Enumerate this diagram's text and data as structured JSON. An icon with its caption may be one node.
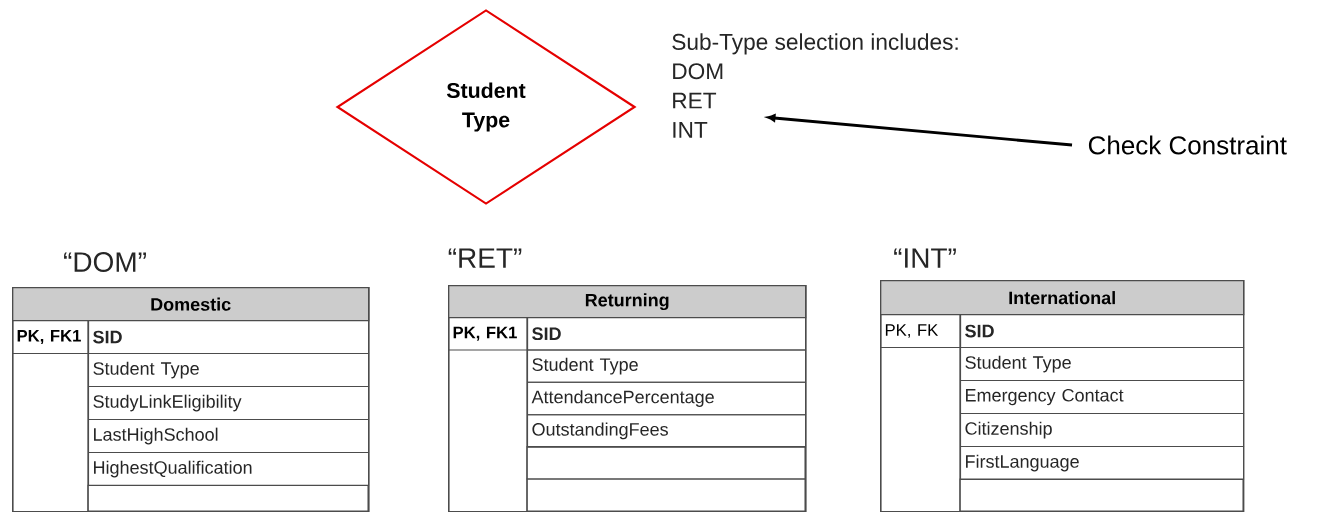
{
  "diagram": {
    "nodes": [
      {
        "text": [
          "Student Type"
        ]
      },
      {
        "text": [
          "Sub-Type selection includes:",
          "DOM",
          "RET",
          "INT"
        ]
      },
      {
        "text": [
          "Check Constraint"
        ]
      },
      {
        "text": [
          "“DOM”",
          "Domestic",
          "PK, FK1",
          "SID",
          "Student Type",
          "StudyLinkEligibility",
          "LastHighSchool",
          "HighestQualification"
        ]
      },
      {
        "text": [
          "“RET”",
          "Returning",
          "PK, FK1",
          "SID",
          "Student Type",
          "AttendancePercentage",
          "OutstandingFees"
        ]
      },
      {
        "text": [
          "“INT”",
          "International",
          "PK, FK",
          "SID",
          "Student Type",
          "Emergency Contact",
          "Citizenship",
          "FirstLanguage"
        ]
      }
    ],
    "edges": [
      {
        "from": 2,
        "to": 1,
        "arrow": "to"
      }
    ]
  }
}
